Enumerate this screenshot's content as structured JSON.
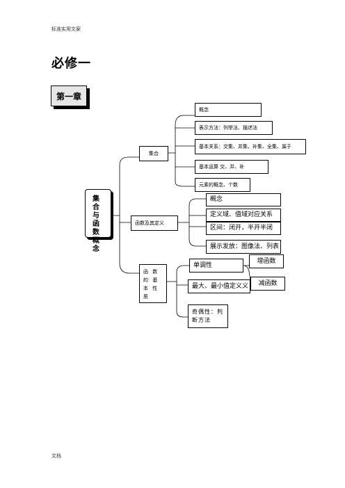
{
  "header": {
    "text": "标准实用文案"
  },
  "footer": {
    "text": "文档"
  },
  "page_title": "必修一",
  "chapter": "第一章",
  "root": {
    "lines": [
      "集 合",
      "与 函",
      "数 概",
      "念"
    ]
  },
  "branches": {
    "set": {
      "label": "集合",
      "children": [
        "概念",
        "表示方法：列举法、描述法",
        "基本关系：交集、并集、补集、全集、属于",
        "基本运算 交、并、补",
        "元素的概念、个数"
      ]
    },
    "function": {
      "label": "函数及其定义",
      "children": [
        "概念",
        "定义域、值域对应关系",
        "区间：闭开，半开半闭",
        "展示发放：图像法、列表"
      ]
    },
    "properties": {
      "label": "函 数 的 基 本 性 质",
      "monotonic": {
        "label": "单调性",
        "children": [
          "增函数",
          "减函数"
        ]
      },
      "extremum": "最大、最小值定义义",
      "parity": "奇偶性：判断方法"
    }
  }
}
